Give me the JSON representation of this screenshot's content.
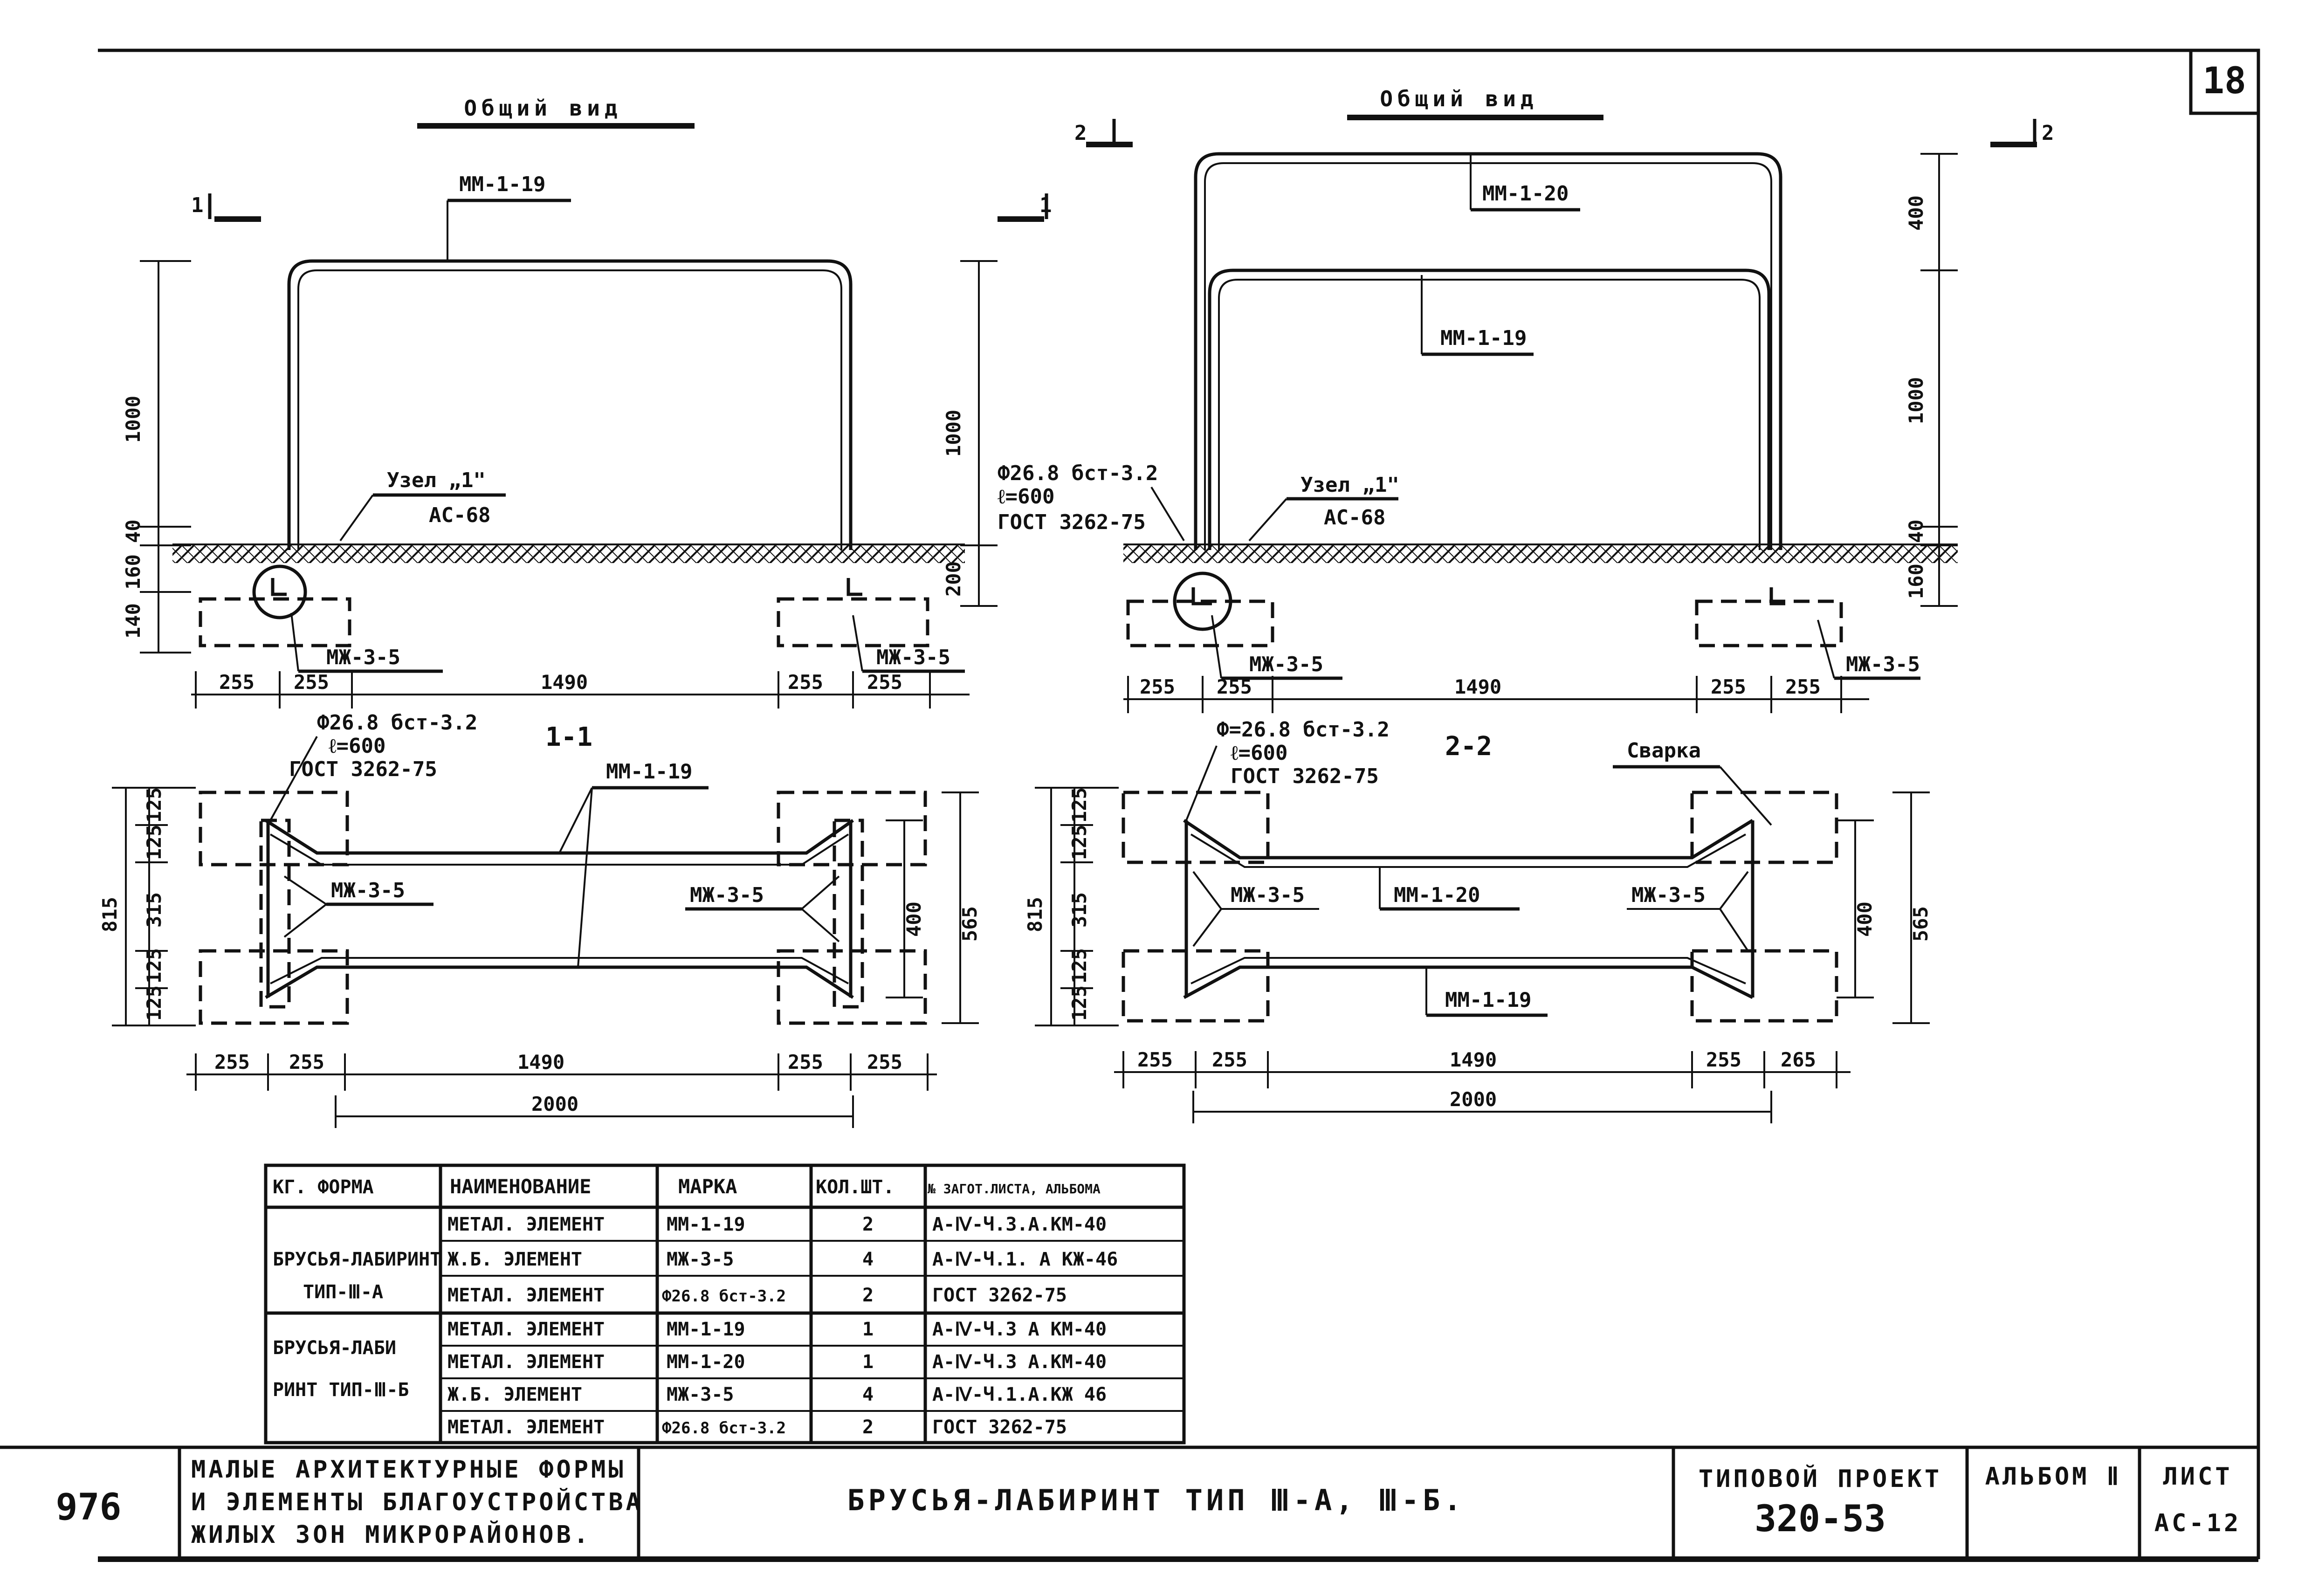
{
  "sheet_number": "18",
  "views": {
    "left_title": "Общий вид",
    "right_title": "Общий вид",
    "left_section": "1-1",
    "right_section": "2-2",
    "section_mark_1": "1",
    "section_mark_2": "2"
  },
  "left_view": {
    "frame_label": "ММ-1-19",
    "node_label": "Узел „1\"",
    "node_ref": "АС-68",
    "footing_left": "МЖ-3-5",
    "footing_right": "МЖ-3-5",
    "dim_height": "1000",
    "dim_height_right": "1000",
    "dim_40": "40",
    "dim_160": "160",
    "dim_140": "140",
    "dim_200": "200",
    "dims_bottom": [
      "255",
      "255",
      "1490",
      "255",
      "255"
    ]
  },
  "right_view": {
    "frame_top_label": "ММ-1-20",
    "frame_label": "ММ-1-19",
    "node_label": "Узел „1\"",
    "node_ref": "АС-68",
    "rod_label_1": "Ф26.8 бст-3.2",
    "rod_label_2": "ℓ=600",
    "rod_label_3": "ГОСТ 3262-75",
    "footing_left": "МЖ-3-5",
    "footing_right": "МЖ-3-5",
    "dim_400": "400",
    "dim_1000": "1000",
    "dim_40": "40",
    "dim_160": "160",
    "dims_bottom": [
      "255",
      "255",
      "1490",
      "255",
      "255"
    ]
  },
  "plan_left": {
    "rod_label_1": "Ф26.8 бст-3.2",
    "rod_label_2": "ℓ=600",
    "rod_label_3": "ГОСТ 3262-75",
    "frame_label": "ММ-1-19",
    "footing_left": "МЖ-3-5",
    "footing_right": "МЖ-3-5",
    "dims_left": [
      "815",
      "125",
      "125",
      "315",
      "125",
      "125"
    ],
    "dim_400": "400",
    "dim_565": "565",
    "dims_bottom": [
      "255",
      "255",
      "1490",
      "255",
      "255"
    ],
    "dim_total": "2000"
  },
  "plan_right": {
    "rod_label_1": "Ф=26.8 бст-3.2",
    "rod_label_2": "ℓ=600",
    "rod_label_3": "ГОСТ 3262-75",
    "weld_label": "Сварка",
    "frame_top_label": "ММ-1-20",
    "frame_label": "ММ-1-19",
    "footing_left": "МЖ-3-5",
    "footing_right": "МЖ-3-5",
    "dims_left": [
      "815",
      "125",
      "125",
      "315",
      "125",
      "125"
    ],
    "dim_400": "400",
    "dim_565": "565",
    "dims_bottom": [
      "255",
      "255",
      "1490",
      "255",
      "265"
    ],
    "dim_total": "2000"
  },
  "spec_table": {
    "headers": [
      "КГ. ФОРМА",
      "НАИМЕНОВАНИЕ",
      "МАРКА",
      "КОЛ.ШТ.",
      "№ ЗАГОТ.ЛИСТА, АЛЬБОМА"
    ],
    "group_a": [
      "БРУСЬЯ-ЛАБИРИНТ",
      "ТИП-Ⅲ-А"
    ],
    "group_b": [
      "БРУСЬЯ-ЛАБИ",
      "РИНТ ТИП-Ⅲ-Б"
    ],
    "rows": [
      [
        "МЕТАЛ. ЭЛЕМЕНТ",
        "ММ-1-19",
        "2",
        "А-Ⅳ-Ч.3.А.КМ-40"
      ],
      [
        "Ж.Б. ЭЛЕМЕНТ",
        "МЖ-3-5",
        "4",
        "А-Ⅳ-Ч.1. А КЖ-46"
      ],
      [
        "МЕТАЛ. ЭЛЕМЕНТ",
        "Ф26.8 бст-3.2",
        "2",
        "ГОСТ 3262-75"
      ],
      [
        "МЕТАЛ. ЭЛЕМЕНТ",
        "ММ-1-19",
        "1",
        "А-Ⅳ-Ч.3 А КМ-40"
      ],
      [
        "МЕТАЛ. ЭЛЕМЕНТ",
        "ММ-1-20",
        "1",
        "А-Ⅳ-Ч.3 А.КМ-40"
      ],
      [
        "Ж.Б. ЭЛЕМЕНТ",
        "МЖ-3-5",
        "4",
        "А-Ⅳ-Ч.1.А.КЖ 46"
      ],
      [
        "МЕТАЛ. ЭЛЕМЕНТ",
        "Ф26.8 бст-3.2",
        "2",
        "ГОСТ 3262-75"
      ]
    ]
  },
  "title_block": {
    "page_no": "976",
    "desc_1": "МАЛЫЕ АРХИТЕКТУРНЫЕ ФОРМЫ",
    "desc_2": "И ЭЛЕМЕНТЫ БЛАГОУСТРОЙСТВА",
    "desc_3": "ЖИЛЫХ ЗОН МИКРОРАЙОНОВ.",
    "title": "БРУСЬЯ-ЛАБИРИНТ ТИП Ⅲ-А, Ⅲ-Б.",
    "project_label": "ТИПОВОЙ ПРОЕКТ",
    "project_no": "320-53",
    "album_label": "АЛЬБОМ Ⅱ",
    "sheet_label": "ЛИСТ",
    "sheet_code": "АС-12"
  }
}
